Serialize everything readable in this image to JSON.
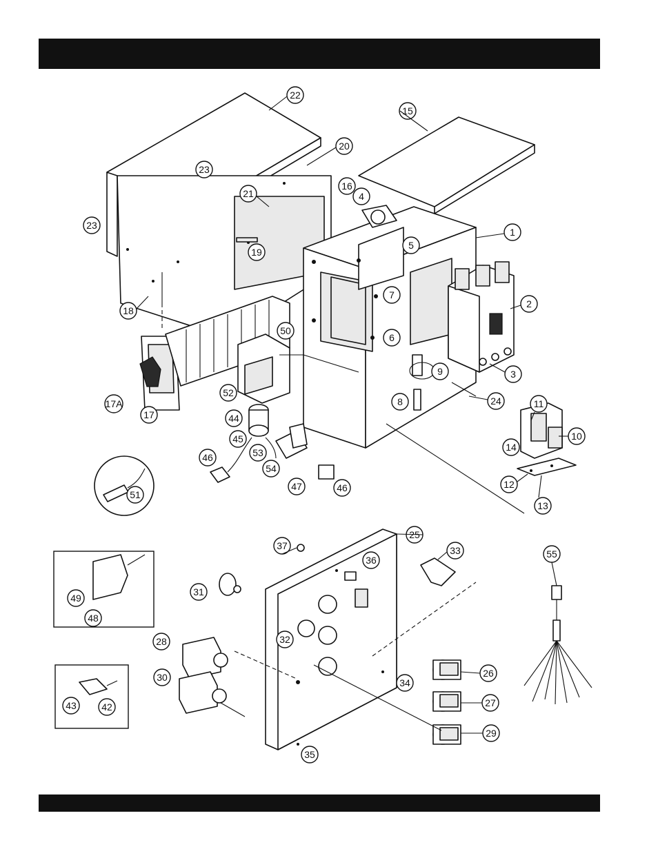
{
  "header": {
    "title": ""
  },
  "footer": {
    "text": ""
  },
  "callouts": {
    "c1": "1",
    "c2": "2",
    "c3": "3",
    "c4": "4",
    "c5": "5",
    "c6": "6",
    "c7": "7",
    "c8": "8",
    "c9": "9",
    "c10": "10",
    "c11": "11",
    "c12": "12",
    "c13": "13",
    "c14": "14",
    "c15": "15",
    "c16": "16",
    "c17": "17",
    "c17a": "17A",
    "c18": "18",
    "c19": "19",
    "c20": "20",
    "c21": "21",
    "c22": "22",
    "c23a": "23",
    "c23b": "23",
    "c24": "24",
    "c25": "25",
    "c26": "26",
    "c27": "27",
    "c28": "28",
    "c29": "29",
    "c30": "30",
    "c31": "31",
    "c32": "32",
    "c33": "33",
    "c34": "34",
    "c35": "35",
    "c36": "36",
    "c37": "37",
    "c42": "42",
    "c43": "43",
    "c44": "44",
    "c45": "45",
    "c46a": "46",
    "c46b": "46",
    "c47": "47",
    "c48": "48",
    "c49": "49",
    "c50": "50",
    "c51": "51",
    "c52": "52",
    "c53": "53",
    "c54": "54",
    "c55": "55"
  }
}
